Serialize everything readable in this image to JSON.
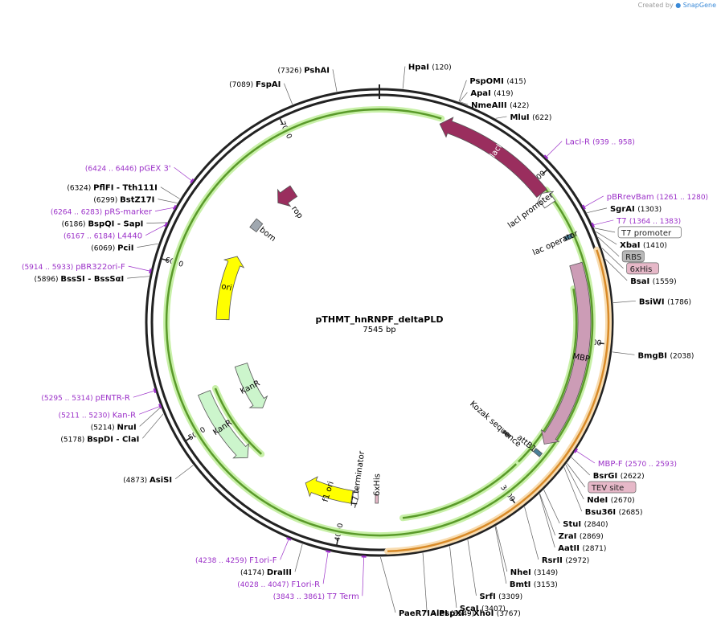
{
  "header": {
    "created_by": "Created by",
    "brand": "SnapGene"
  },
  "plasmid": {
    "name": "pTHMT_hnRNPF_deltaPLD",
    "length_label": "7545 bp",
    "length": 7545
  },
  "ruler": [
    {
      "bp": 1000,
      "label": "1000"
    },
    {
      "bp": 2000,
      "label": "2000"
    },
    {
      "bp": 3000,
      "label": "3000"
    },
    {
      "bp": 4000,
      "label": "4000"
    },
    {
      "bp": 5000,
      "label": "5000"
    },
    {
      "bp": 6000,
      "label": "6000"
    },
    {
      "bp": 7000,
      "label": "7000"
    }
  ],
  "enzymes": [
    {
      "name": "HpaI",
      "pos": "(120)",
      "bp": 120
    },
    {
      "name": "PspOMI",
      "pos": "(415)",
      "bp": 415
    },
    {
      "name": "ApaI",
      "pos": "(419)",
      "bp": 419
    },
    {
      "name": "NmeAIII",
      "pos": "(422)",
      "bp": 422
    },
    {
      "name": "MluI",
      "pos": "(622)",
      "bp": 622
    },
    {
      "name": "SgrAI",
      "pos": "(1303)",
      "bp": 1303
    },
    {
      "name": "XbaI",
      "pos": "(1410)",
      "bp": 1410
    },
    {
      "name": "BsaI",
      "pos": "(1559)",
      "bp": 1559
    },
    {
      "name": "BsiWI",
      "pos": "(1786)",
      "bp": 1786
    },
    {
      "name": "BmgBI",
      "pos": "(2038)",
      "bp": 2038
    },
    {
      "name": "BsrGI",
      "pos": "(2622)",
      "bp": 2622
    },
    {
      "name": "NdeI",
      "pos": "(2670)",
      "bp": 2670
    },
    {
      "name": "Bsu36I",
      "pos": "(2685)",
      "bp": 2685
    },
    {
      "name": "StuI",
      "pos": "(2840)",
      "bp": 2840
    },
    {
      "name": "ZraI",
      "pos": "(2869)",
      "bp": 2869
    },
    {
      "name": "AatII",
      "pos": "(2871)",
      "bp": 2871
    },
    {
      "name": "RsrII",
      "pos": "(2972)",
      "bp": 2972
    },
    {
      "name": "NheI",
      "pos": "(3149)",
      "bp": 3149
    },
    {
      "name": "BmtI",
      "pos": "(3153)",
      "bp": 3153
    },
    {
      "name": "SrfI",
      "pos": "(3309)",
      "bp": 3309
    },
    {
      "name": "ScaI",
      "pos": "(3407)",
      "bp": 3407
    },
    {
      "name": "AleI",
      "pos": "(3549)",
      "bp": 3549
    },
    {
      "name": "PaeR7I - PspXI - XhoI",
      "pos": "(3767)",
      "bp": 3767
    },
    {
      "name": "DraIII",
      "pos": "(4174)",
      "bp": 4174
    },
    {
      "name": "AsiSI",
      "pos": "(4873)",
      "bp": 4873
    },
    {
      "name": "BspDI - ClaI",
      "pos": "(5178)",
      "bp": 5178
    },
    {
      "name": "NruI",
      "pos": "(5214)",
      "bp": 5214
    },
    {
      "name": "BssSI - BssSαI",
      "pos": "(5896)",
      "bp": 5896
    },
    {
      "name": "PciI",
      "pos": "(6069)",
      "bp": 6069
    },
    {
      "name": "BspQI - SapI",
      "pos": "(6186)",
      "bp": 6186
    },
    {
      "name": "BstZ17I",
      "pos": "(6299)",
      "bp": 6299
    },
    {
      "name": "PflFI - Tth111I",
      "pos": "(6324)",
      "bp": 6324
    },
    {
      "name": "FspAI",
      "pos": "(7089)",
      "bp": 7089
    },
    {
      "name": "PshAI",
      "pos": "(7326)",
      "bp": 7326
    }
  ],
  "primers": [
    {
      "name": "LacI-R",
      "range": "(939 .. 958)",
      "bp": 948
    },
    {
      "name": "pBRrevBam",
      "range": "(1261 .. 1280)",
      "bp": 1270
    },
    {
      "name": "T7",
      "range": "(1364 .. 1383)",
      "bp": 1373
    },
    {
      "name": "MBP-F",
      "range": "(2570 .. 2593)",
      "bp": 2581
    },
    {
      "name": "T7 Term",
      "range": "(3843 .. 3861)",
      "bp": 3852
    },
    {
      "name": "F1ori-R",
      "range": "(4028 .. 4047)",
      "bp": 4037
    },
    {
      "name": "F1ori-F",
      "range": "(4238 .. 4259)",
      "bp": 4248
    },
    {
      "name": "Kan-R",
      "range": "(5211 .. 5230)",
      "bp": 5220
    },
    {
      "name": "pENTR-R",
      "range": "(5295 .. 5314)",
      "bp": 5304
    },
    {
      "name": "pBR322ori-F",
      "range": "(5914 .. 5933)",
      "bp": 5923
    },
    {
      "name": "L4440",
      "range": "(6167 .. 6184)",
      "bp": 6175
    },
    {
      "name": "pRS-marker",
      "range": "(6264 .. 6283)",
      "bp": 6273
    },
    {
      "name": "pGEX 3'",
      "range": "(6424 .. 6446)",
      "bp": 6435
    }
  ],
  "boxed_features": [
    {
      "name": "T7 promoter",
      "bp": 1390,
      "fill": "#ffffff"
    },
    {
      "name": "RBS",
      "bp": 1440,
      "fill": "#b8b8b8"
    },
    {
      "name": "6xHis",
      "bp": 1500,
      "fill": "#e6b8c8"
    },
    {
      "name": "TEV site",
      "bp": 2660,
      "fill": "#e6b8c8"
    }
  ],
  "features": [
    {
      "name": "lacI",
      "start": 1080,
      "end": 355,
      "type": "arrow",
      "ring": 258,
      "color": "#9a2e5e",
      "label_inside": true
    },
    {
      "name": "lacI promoter",
      "start": 1160,
      "end": 1080,
      "type": "arrow",
      "ring": 258,
      "color": "#ffffff",
      "label_inside": false
    },
    {
      "name": "rop",
      "start": 6850,
      "end": 6700,
      "type": "arrow",
      "ring": 195,
      "color": "#9a2e5e",
      "label_inside": false
    },
    {
      "name": "bom",
      "start": 6500,
      "end": 6420,
      "type": "box",
      "ring": 195,
      "color": "#a0a8b0",
      "label_inside": false
    },
    {
      "name": "ori",
      "start": 5680,
      "end": 6180,
      "type": "arrow",
      "ring": 195,
      "color": "#ffff00",
      "label_inside": true
    },
    {
      "name": "KanR",
      "start": 5300,
      "end": 4900,
      "type": "arrow",
      "ring": 180,
      "color": "#ccf5cc",
      "label_inside": true
    },
    {
      "name": "KanR",
      "start": 5200,
      "end": 4700,
      "type": "arrow",
      "ring": 235,
      "color": "#ccf5cc",
      "label_inside": true
    },
    {
      "name": "f1 ori",
      "start": 3960,
      "end": 4290,
      "type": "arrow",
      "ring": 220,
      "color": "#ffff00",
      "label_inside": true
    },
    {
      "name": "T7 terminator",
      "start": 3955,
      "end": 3915,
      "type": "arrow",
      "ring": 220,
      "color": "#ffffff",
      "label_inside": false
    },
    {
      "name": "6xHis",
      "start": 3800,
      "end": 3780,
      "type": "box",
      "ring": 220,
      "color": "#e6b8c8",
      "label_inside": false
    },
    {
      "name": "lac operator",
      "start": 1366,
      "end": 1390,
      "type": "box",
      "ring": 258,
      "color": "#4a8098",
      "label_inside": false
    },
    {
      "name": "MBP",
      "start": 1540,
      "end": 2650,
      "type": "arrow",
      "ring": 255,
      "color": "#cc9cb6",
      "label_inside": true
    },
    {
      "name": "attB1",
      "start": 2700,
      "end": 2725,
      "type": "box",
      "ring": 255,
      "color": "#4a8098",
      "label_inside": false
    },
    {
      "name": "Kozak sequence",
      "start": 2740,
      "end": 2760,
      "type": "box",
      "ring": 210,
      "color": "#606060",
      "label_inside": false
    }
  ],
  "bands": [
    {
      "start": 1080,
      "end": 355,
      "ring": 265,
      "color": "#5a9a2a",
      "glow": "#c8f0a8"
    },
    {
      "start": 1680,
      "end": 2850,
      "ring": 245,
      "color": "#5a9a2a",
      "glow": "#c8f0a8"
    },
    {
      "start": 2850,
      "end": 3630,
      "ring": 245,
      "color": "#5a9a2a",
      "glow": "#c8f0a8"
    },
    {
      "start": 1500,
      "end": 3730,
      "ring": 285,
      "color": "#d88a28",
      "glow": "#f8dcb0"
    },
    {
      "start": 4650,
      "end": 5200,
      "ring": 220,
      "color": "#5a9a2a",
      "glow": "#c8f0a8"
    }
  ]
}
